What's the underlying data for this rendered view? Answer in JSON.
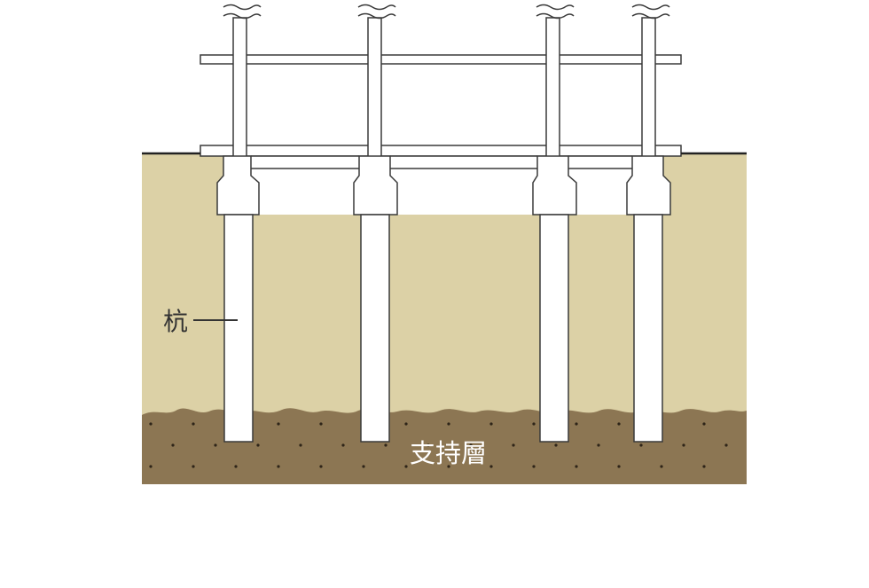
{
  "labels": {
    "pile": "杭",
    "bearing_layer": "支持層"
  },
  "colors": {
    "background": "#ffffff",
    "soil": "#dcd1a6",
    "bearing_layer": "#8c7653",
    "bearing_dots": "#2e2418",
    "structure_fill": "#ffffff",
    "structure_stroke": "#3a3a3a",
    "ground_line": "#222222",
    "pile_label_text": "#333333",
    "bearing_label_text": "#ffffff"
  },
  "piles": [
    {
      "name": "pile-1"
    },
    {
      "name": "pile-2"
    },
    {
      "name": "pile-3"
    },
    {
      "name": "pile-4"
    }
  ]
}
